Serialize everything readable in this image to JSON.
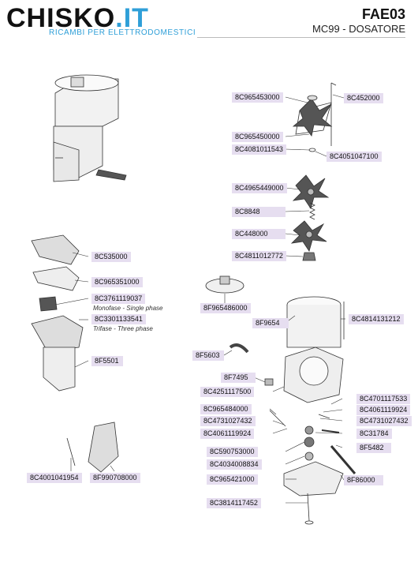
{
  "header": {
    "brand_main": "CHISKO",
    "brand_dot": ".",
    "brand_suffix": "IT",
    "tagline": "RICAMBI PER ELETTRODOMESTICI",
    "code": "FAE03",
    "subtitle": "MC99 - DOSATORE"
  },
  "parts": {
    "p1": "8C965453000",
    "p2": "8C452000",
    "p3": "8C965450000",
    "p4": "8C4081011543",
    "p5": "8C4051047100",
    "p6": "8C4965449000",
    "p7": "8C8848",
    "p8": "8C448000",
    "p9": "8C4811012772",
    "p10": "8C535000",
    "p11": "8C965351000",
    "p12": "8C3761119037",
    "p13": "8C3301133541",
    "p14": "8F5501",
    "p15": "8F965486000",
    "p16": "8F9654",
    "p17": "8C4814131212",
    "p18": "8F5603",
    "p19": "8F7495",
    "p20": "8C4251117500",
    "p21": "8C4701117533",
    "p22": "8C965484000",
    "p23": "8C4061119924",
    "p24": "8C4731027432",
    "p25": "8C4731027432",
    "p26": "8C4061119924",
    "p27": "8C31784",
    "p28": "8C590753000",
    "p29": "8F5482",
    "p30": "8C4034008834",
    "p31": "8C965421000",
    "p32": "8F86000",
    "p33": "8C3814117452",
    "p34": "8C4001041954",
    "p35": "8F990708000"
  },
  "notes": {
    "single": "Monofase - Single phase",
    "three": "Trifase - Three phase"
  }
}
